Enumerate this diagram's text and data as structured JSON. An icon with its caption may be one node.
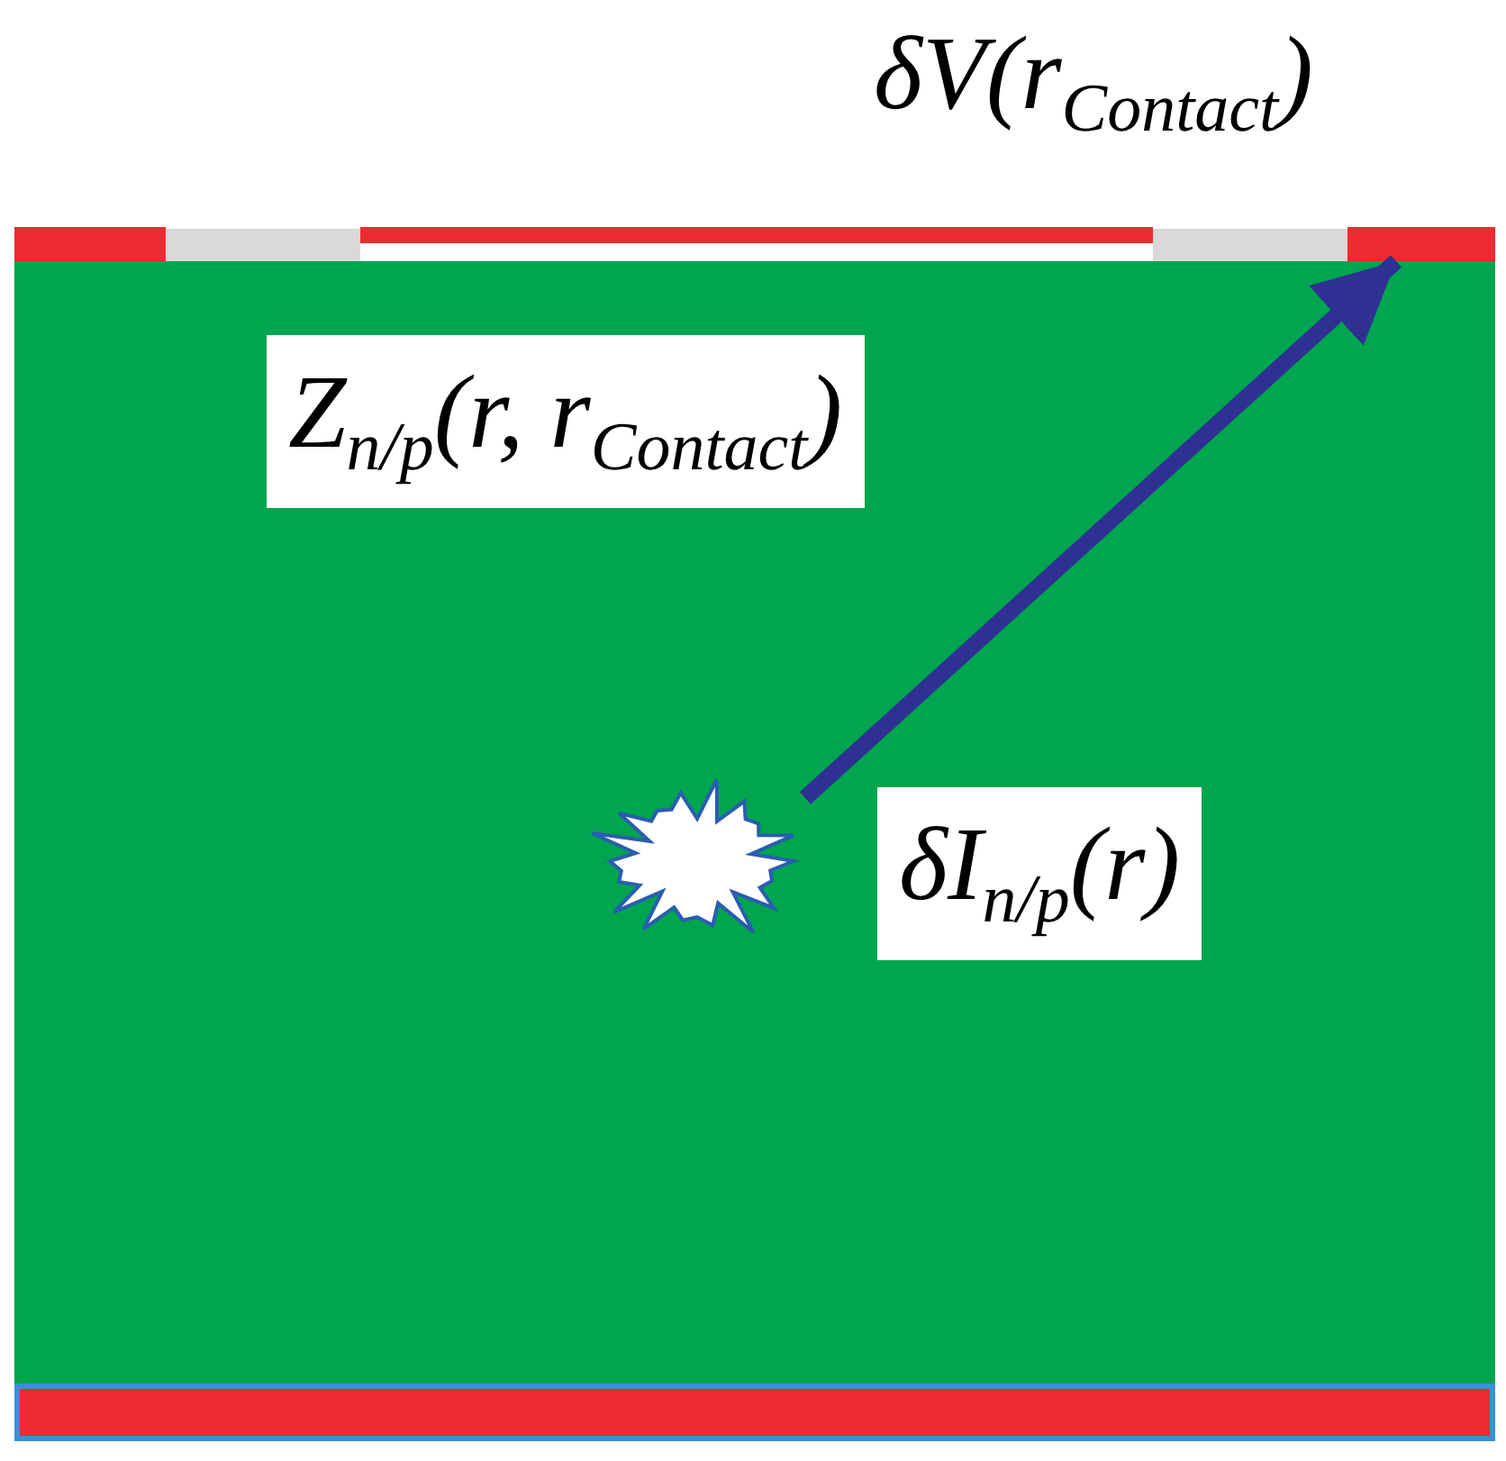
{
  "diagram": {
    "nodes": [
      {
        "text": [],
        "shape": "box"
      },
      {
        "text": [],
        "shape": "star",
        "in": 0,
        "beside": [
          "δI$_{n/p}$(r)"
        ]
      },
      {
        "text": [],
        "shape": "bar"
      },
      {
        "text": [],
        "shape": "bar"
      },
      {
        "text": [],
        "shape": "bar",
        "beside": [
          "δV(r$_{Contact}$)"
        ]
      },
      {
        "text": [],
        "shape": "bar"
      }
    ],
    "edges": [
      {
        "from": 1,
        "to": 4,
        "arrow": "to",
        "label": "Z$_{n/p}$(r, r$_{Contact}$)"
      }
    ]
  }
}
